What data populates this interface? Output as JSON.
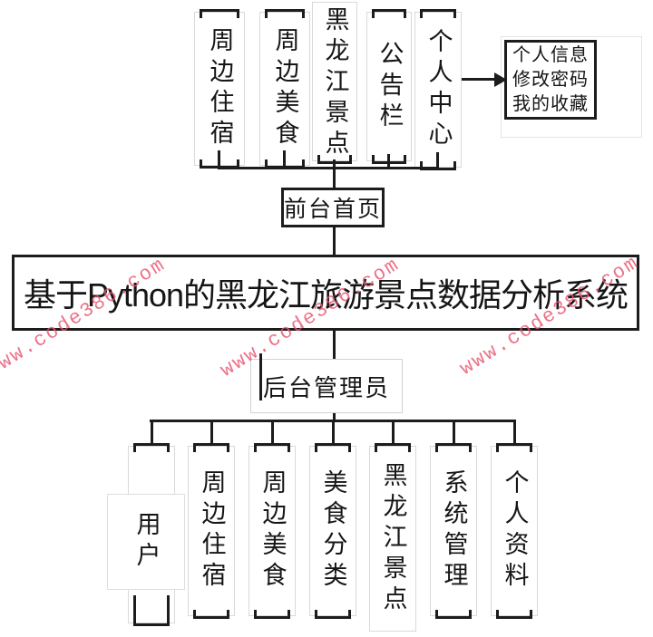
{
  "diagram": {
    "title": "基于Python的黑龙江旅游景点数据分析系统",
    "front_home": "前台首页",
    "backend_admin": "后台管理员",
    "front_modules": [
      {
        "label": "周边住宿"
      },
      {
        "label": "周边美食"
      },
      {
        "label": "黑龙江景点"
      },
      {
        "label": "公告栏"
      },
      {
        "label": "个人中心"
      }
    ],
    "personal_center_submenu": {
      "lines": [
        "个人信息",
        "修改密码",
        "我的收藏"
      ]
    },
    "admin_modules": [
      {
        "label": "用户"
      },
      {
        "label": "周边住宿"
      },
      {
        "label": "周边美食"
      },
      {
        "label": "美食分类"
      },
      {
        "label": "黑龙江景点"
      },
      {
        "label": "系统管理"
      },
      {
        "label": "个人资料"
      }
    ]
  },
  "watermark": {
    "text": "www.code386.com",
    "color": "#e75470"
  },
  "colors": {
    "line": "#1c1c1c",
    "light_border": "#d9d9d9",
    "background": "#ffffff"
  }
}
